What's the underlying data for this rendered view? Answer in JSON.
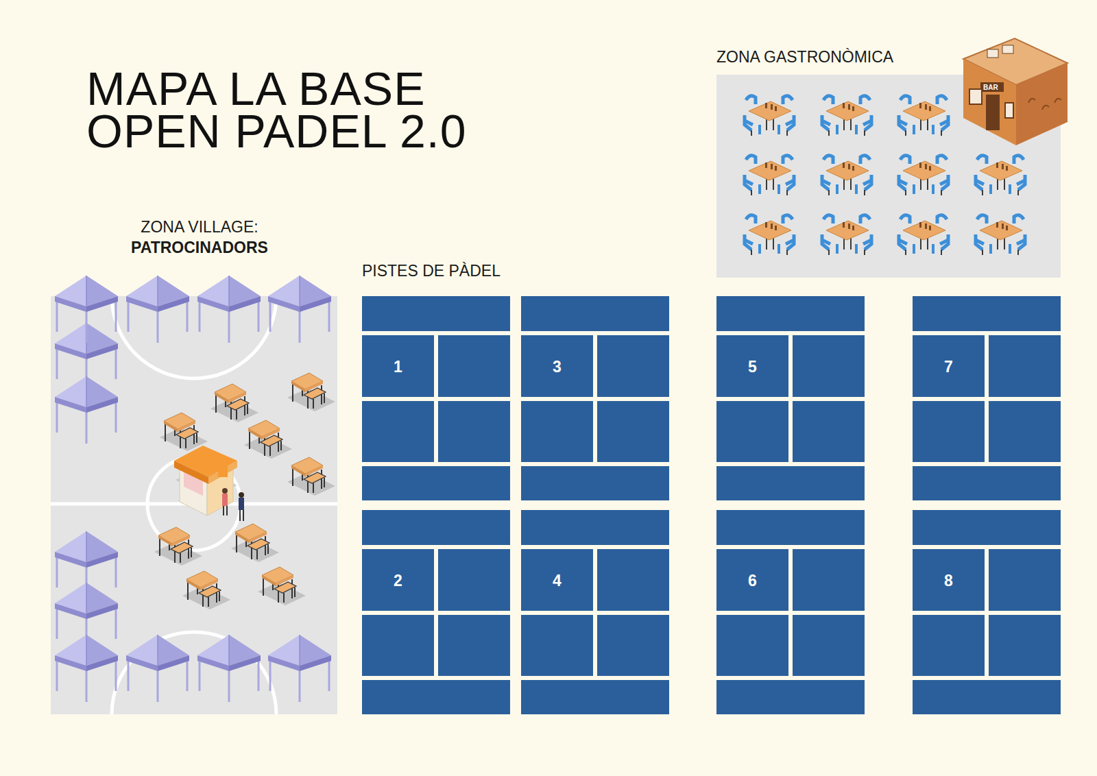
{
  "diagram": {
    "title": "MAPA LA BASE OPEN PADEL 2.0",
    "nodes": [
      {
        "text": [
          "ZONA GASTRONÒMICA"
        ]
      },
      {
        "text": [
          "ZONA VILLAGE:",
          "PATROCINADORS"
        ]
      },
      {
        "text": [
          "PISTES DE PÀDEL"
        ]
      },
      {
        "text": [
          "1"
        ],
        "in": 2
      },
      {
        "text": [
          "3"
        ],
        "in": 2
      },
      {
        "text": [
          "5"
        ],
        "in": 2
      },
      {
        "text": [
          "7"
        ],
        "in": 2
      },
      {
        "text": [
          "2"
        ],
        "in": 2
      },
      {
        "text": [
          "4"
        ],
        "in": 2
      },
      {
        "text": [
          "6"
        ],
        "in": 2
      },
      {
        "text": [
          "8"
        ],
        "in": 2
      }
    ],
    "labels": [
      "BAR"
    ]
  }
}
